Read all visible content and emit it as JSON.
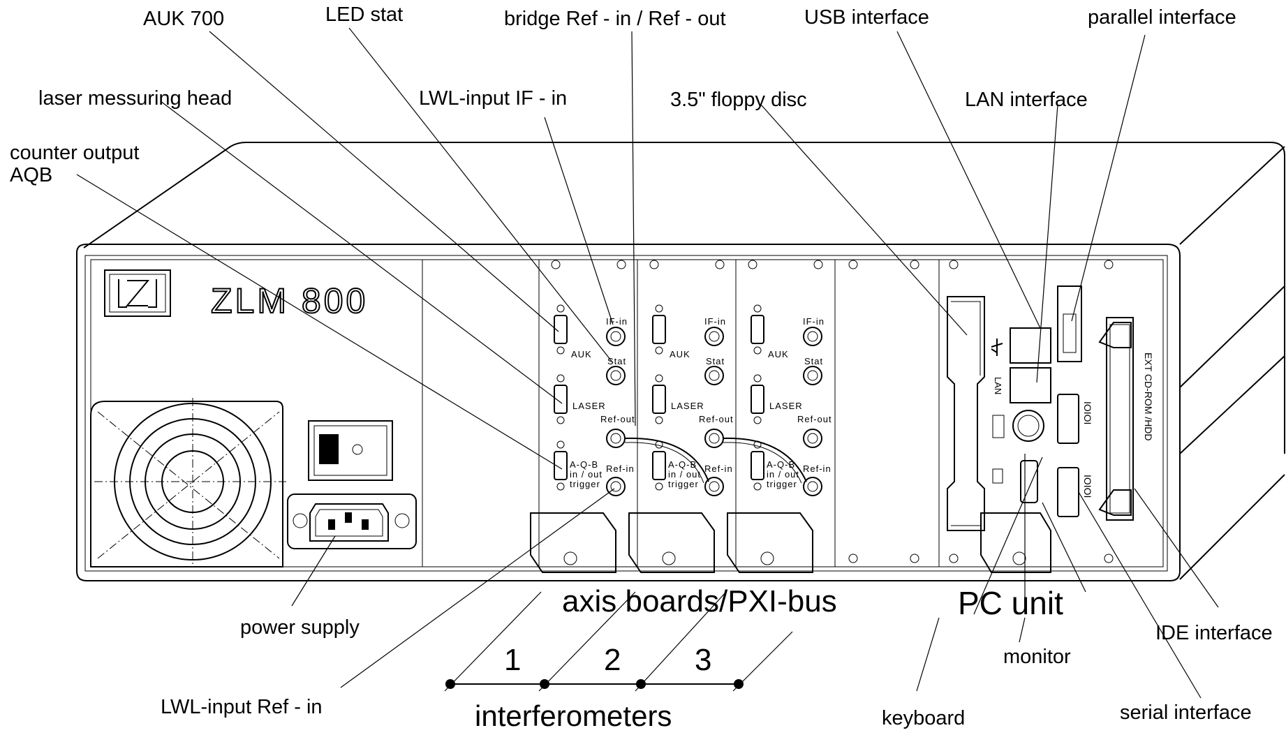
{
  "device": {
    "model": "ZLM 800",
    "logo_icon": "zl-logo-icon"
  },
  "callouts": {
    "auk700": "AUK 700",
    "led_stat": "LED stat",
    "bridge_ref": "bridge Ref - in / Ref - out",
    "usb": "USB interface",
    "parallel": "parallel interface",
    "laser_head": "laser messuring head",
    "lwl_if_in": "LWL-input IF - in",
    "floppy": "3.5\" floppy disc",
    "lan": "LAN interface",
    "counter_output_1": "counter output",
    "counter_output_2": "AQB",
    "power_supply": "power supply",
    "lwl_ref_in": "LWL-input Ref - in",
    "keyboard": "keyboard",
    "monitor": "monitor",
    "ide": "IDE interface",
    "serial": "serial interface"
  },
  "groups": {
    "axis_boards": "axis boards/PXI-bus",
    "pc_unit": "PC unit",
    "interferometers": "interferometers",
    "numbers": [
      "1",
      "2",
      "3"
    ]
  },
  "board_labels": {
    "if_in": "IF-in",
    "stat": "Stat",
    "auk": "AUK",
    "laser": "LASER",
    "ref_out": "Ref-out",
    "aqb": "A-Q-B",
    "in_out": "in / out",
    "trigger": "trigger",
    "ref_in": "Ref-in"
  },
  "pc_labels": {
    "lan": "LAN",
    "ext_drive": "EXT  CD-ROM  /HDD",
    "serial_mark": "IOIOI",
    "usb_icon": "usb-icon"
  }
}
